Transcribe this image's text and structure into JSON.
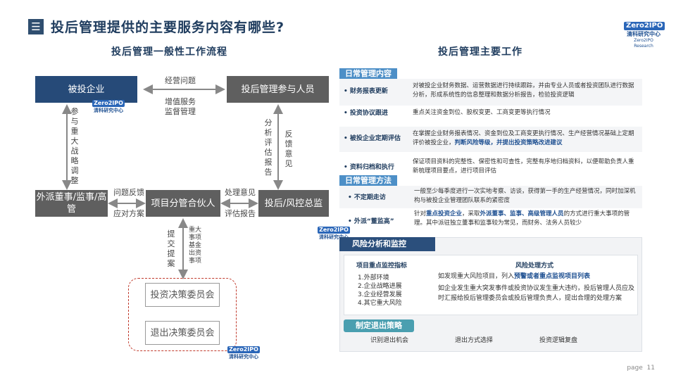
{
  "header": {
    "menu_icon": "menu-icon",
    "title": "投后管理提供的主要服务内容有哪些?",
    "logo_badge": "Zero2IPO",
    "logo_cn": "清科研究中心",
    "logo_en": "Zero2IPO Research"
  },
  "left": {
    "section_title": "投后管理一般性工作流程",
    "boxes": {
      "invested": "被投企业",
      "staff": "投后管理参与人员",
      "dispatched": "外派董事/监事/高管",
      "partner": "项目分管合伙人",
      "risk_control": "投后/风控总监",
      "invest_committee": "投资决策委员会",
      "exit_committee": "退出决策委员会"
    },
    "labels": {
      "ops_issue": "经营问题",
      "value_add": "增值服务",
      "supervise": "监督管理",
      "participate_supervise": "参与重大战略调整",
      "analyze_report": "分析评估报告",
      "feedback_opinion": "反馈意见",
      "issue_feedback": "问题反馈",
      "response_plan": "应对方案",
      "handle_opinion": "处理意见",
      "eval_report": "评估报告",
      "submit_proposal": "提交提案",
      "major_items": "重大事项基金出资事项"
    }
  },
  "right": {
    "section_title": "投后管理主要工作",
    "daily_content_tag": "日常管理内容",
    "daily_rows": [
      {
        "name": "财务报表更新",
        "desc": "对被投企业财务数据、运营数据进行持续跟踪，并由专业人员或者投资团队进行数据分析，形成系统性的信息整理和数据分析报告，检验投资逻辑"
      },
      {
        "name": "投资协议跟进",
        "desc": "重点关注资金到位、股权变更、工商变更等执行情况"
      },
      {
        "name": "被投企业定期评估",
        "desc": "在掌握企业财务报表情况、资金到位及工商变更执行情况、生产经营情况基础上定期评价被投企业，",
        "desc_hl": "判断风险等级，并提出投资策略改进建议"
      },
      {
        "name": "资料归档和执行",
        "desc": "保证项目资料的完整性、保密性和可查性，完整有序地归档资料，以便帮助负责人重新梳理项目要点，进行项目评估"
      }
    ],
    "daily_method_tag": "日常管理方法",
    "method_rows": [
      {
        "name": "不定期走访",
        "desc": "一般至少每季度进行一次实地考察、访谈，获得第一手的生产经营情况，同时加深机构与被投企业管理团队联系的紧密度"
      },
      {
        "name": "外派“董监高”",
        "desc_pre": "针对",
        "desc_hl1": "重点投资企业",
        "desc_mid": "，采取",
        "desc_hl2": "外派董事、监事、高级管理人员",
        "desc_post": "的方式进行重大事项的管理。其中派驻独立董事和监事较为常见，而财务、法务人员较少"
      }
    ],
    "risk": {
      "head": "风险分析和监控",
      "indicator_title": "项目重点监控指标",
      "indicators": [
        "1.外部环境",
        "2.企业战略进展",
        "3.企业经营发展",
        "4.其它重大风险"
      ],
      "method_title": "风险处理方式",
      "method1_pre": "如发现重大风险项目，列入",
      "method1_hl": "预警或者重点监视项目列表",
      "method2": "如企业发生重大突发事件或投资协议发生重大违约，投后管理人员应及时汇报给投后管理委员会或投后管理负责人，提出合理的处理方案"
    },
    "exit": {
      "head": "制定退出策略",
      "steps": [
        "识别退出机会",
        "退出方式选择",
        "投资逻辑复盘"
      ]
    }
  },
  "footer": {
    "page_word": "page",
    "page_num": "11"
  },
  "colors": {
    "navy": "#264a78",
    "gray_box": "#5f5f5f",
    "accent_blue": "#4d8fc7",
    "red_dash": "#c0392b"
  }
}
